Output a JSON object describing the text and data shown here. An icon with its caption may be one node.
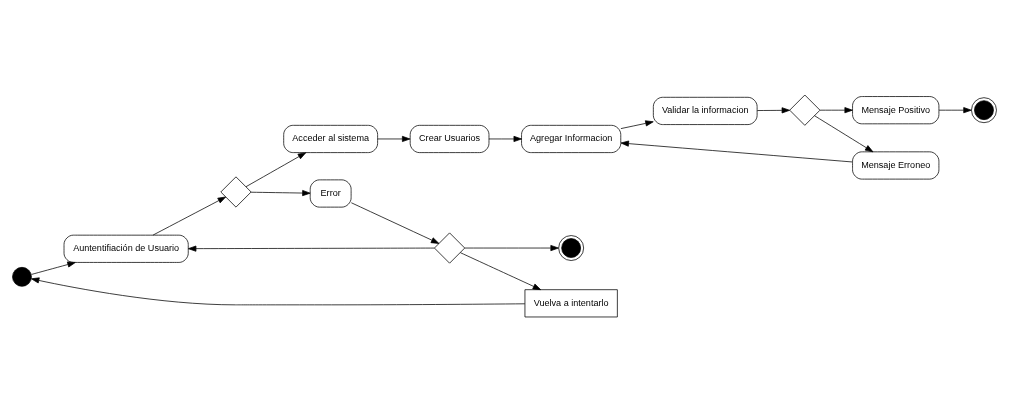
{
  "diagram": {
    "nodes": [
      {
        "text": [],
        "shape": "circle"
      },
      {
        "text": [
          "Auntentifiación de Usuario"
        ]
      },
      {
        "text": [],
        "shape": "diamond"
      },
      {
        "text": [
          "Acceder al sistema"
        ]
      },
      {
        "text": [
          "Crear Usuarios"
        ]
      },
      {
        "text": [
          "Error"
        ]
      },
      {
        "text": [],
        "shape": "diamond"
      },
      {
        "text": [
          "Vuelva a intentarlo"
        ]
      },
      {
        "text": [],
        "shape": "circle"
      },
      {
        "text": [
          "Agregar Informacion"
        ]
      },
      {
        "text": [
          "Mensaje Erroneo"
        ]
      },
      {
        "text": [
          "Validar la informacion"
        ]
      },
      {
        "text": [],
        "shape": "diamond"
      },
      {
        "text": [
          "Mensaje Positivo"
        ]
      },
      {
        "text": [],
        "shape": "circle"
      }
    ],
    "edges": [
      {
        "from": 0,
        "to": 1,
        "arrow": "to"
      },
      {
        "from": 1,
        "to": 2,
        "arrow": "to"
      },
      {
        "from": 2,
        "to": 3,
        "arrow": "to"
      },
      {
        "from": 3,
        "to": 4,
        "arrow": "to"
      },
      {
        "from": 2,
        "to": 5,
        "arrow": "to"
      },
      {
        "from": 5,
        "to": 6,
        "arrow": "to"
      },
      {
        "from": 6,
        "to": 1,
        "arrow": "to"
      },
      {
        "from": 6,
        "to": 7,
        "arrow": "to"
      },
      {
        "from": 7,
        "to": 0,
        "arrow": "to"
      },
      {
        "from": 6,
        "to": 8,
        "arrow": "to"
      },
      {
        "from": 4,
        "to": 9,
        "arrow": "to"
      },
      {
        "from": 9,
        "to": 11,
        "arrow": "to"
      },
      {
        "from": 11,
        "to": 12,
        "arrow": "to"
      },
      {
        "from": 12,
        "to": 10,
        "arrow": "to"
      },
      {
        "from": 10,
        "to": 9,
        "arrow": "to"
      },
      {
        "from": 12,
        "to": 13,
        "arrow": "to"
      },
      {
        "from": 13,
        "to": 14,
        "arrow": "to"
      }
    ]
  }
}
